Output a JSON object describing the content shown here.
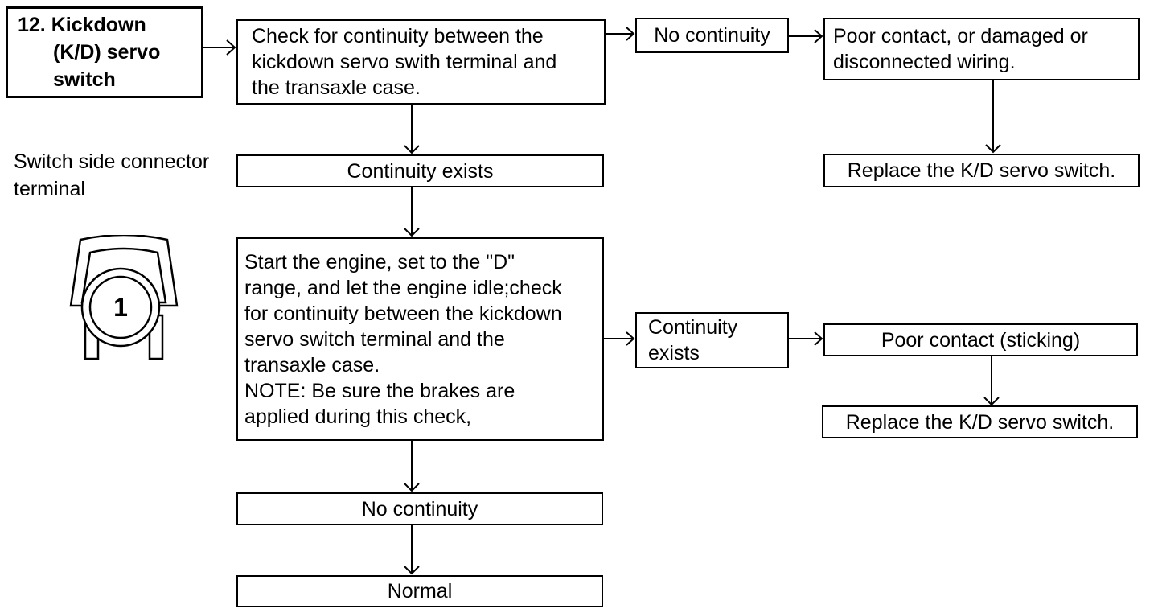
{
  "title": {
    "line1": "12. Kickdown",
    "line2": "(K/D) servo",
    "line3": "switch"
  },
  "steps": {
    "check1": [
      "Check for continuity between the",
      "kickdown servo swith terminal and",
      "the transaxle case."
    ],
    "no_continuity_1": "No continuity",
    "poor_contact_1": [
      "Poor contact, or damaged or",
      "disconnected wiring."
    ],
    "replace_1": "Replace the K/D servo switch.",
    "continuity_exists_1": "Continuity exists",
    "check2": [
      "Start the engine, set to the \"D\"",
      "range, and let the engine idle;check",
      "for continuity between the kickdown",
      "servo switch terminal and the",
      "transaxle case.",
      "NOTE: Be sure the brakes are",
      "applied during this check,"
    ],
    "continuity_exists_2": [
      "Continuity",
      "exists"
    ],
    "poor_contact_2": "Poor contact (sticking)",
    "replace_2": "Replace the K/D servo switch.",
    "no_continuity_2": "No continuity",
    "normal": "Normal"
  },
  "connector": {
    "label_line1": "Switch side connector",
    "label_line2": "terminal",
    "pin": "1"
  }
}
